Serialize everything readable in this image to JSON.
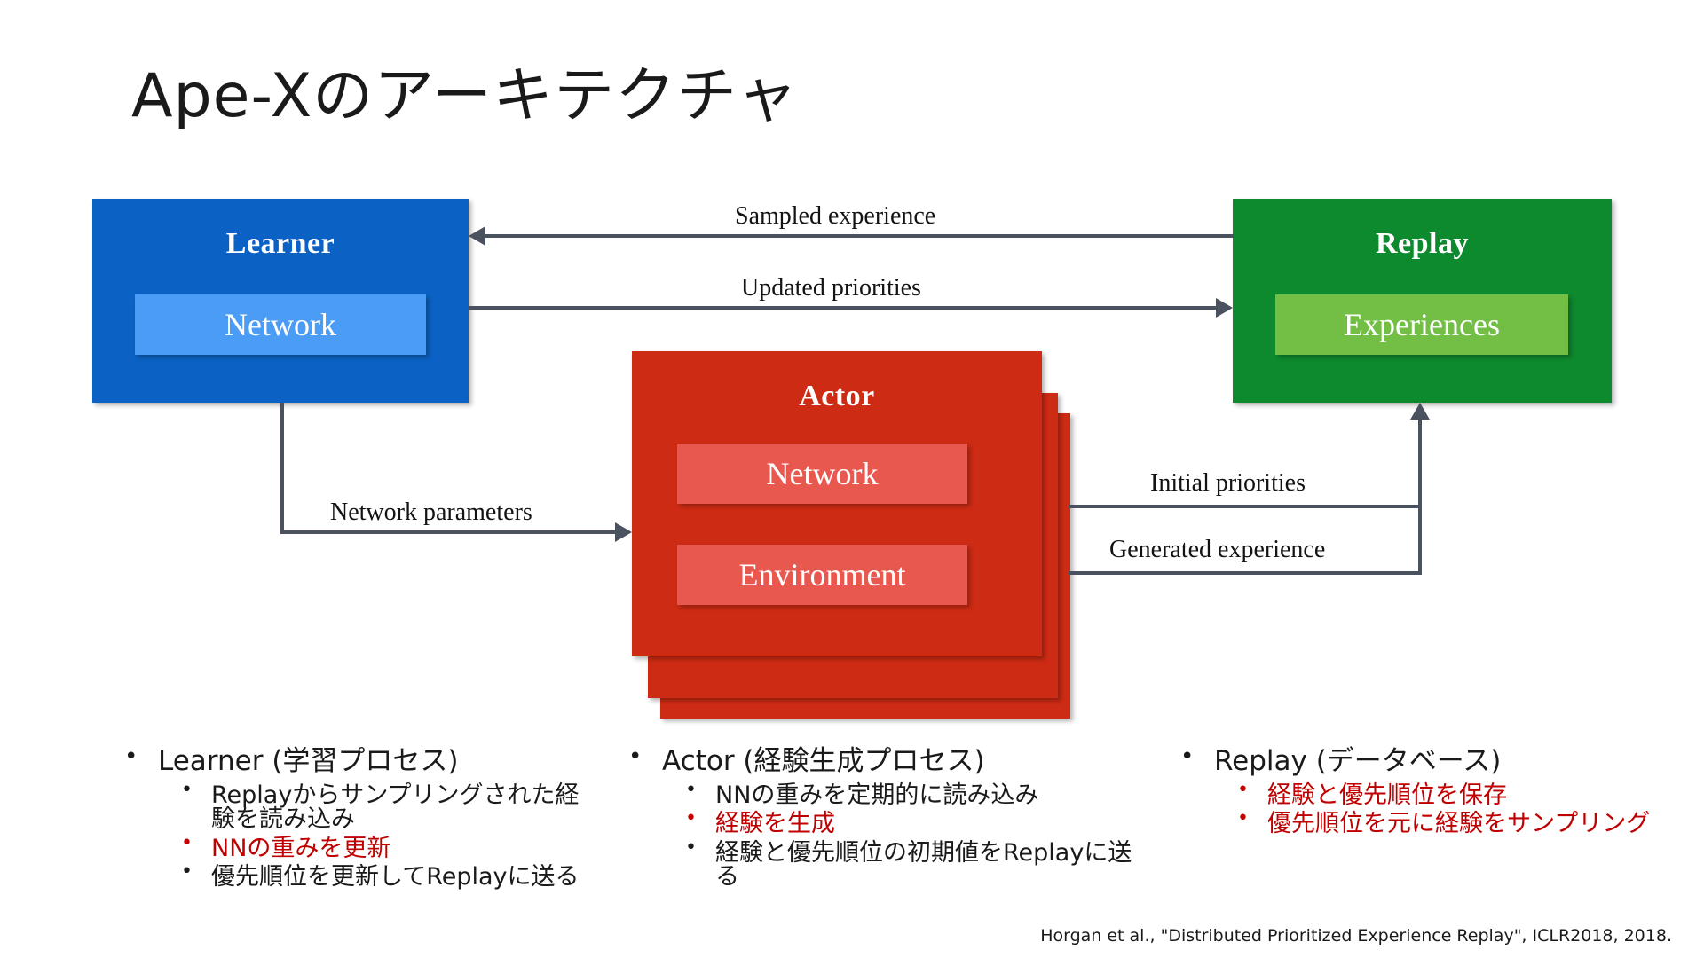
{
  "slide": {
    "title": "Ape-Xのアーキテクチャ",
    "citation": "Horgan et al., \"Distributed Prioritized Experience Replay\", ICLR2018, 2018."
  },
  "colors": {
    "learner": "#0B62C4",
    "learner_inner": "#4B9CF5",
    "replay": "#0E8A2E",
    "replay_inner": "#73BE44",
    "actor": "#CE2B14",
    "actor_inner": "#E8584E",
    "connector": "#4A5260",
    "accent_red": "#C00000",
    "text": "#1a1a1a"
  },
  "diagram": {
    "learner": {
      "title": "Learner",
      "inner": "Network"
    },
    "replay": {
      "title": "Replay",
      "inner": "Experiences"
    },
    "actor": {
      "title": "Actor",
      "inner_network": "Network",
      "inner_environment": "Environment",
      "stack_count": 3
    },
    "connectors": [
      {
        "id": "sampled-experience",
        "label": "Sampled experience",
        "from": "replay",
        "to": "learner"
      },
      {
        "id": "updated-priorities",
        "label": "Updated priorities",
        "from": "learner",
        "to": "replay"
      },
      {
        "id": "network-parameters",
        "label": "Network parameters",
        "from": "learner",
        "to": "actor"
      },
      {
        "id": "initial-priorities",
        "label": "Initial priorities",
        "from": "actor",
        "to": "replay"
      },
      {
        "id": "generated-experience",
        "label": "Generated experience",
        "from": "actor",
        "to": "replay"
      }
    ]
  },
  "bullets": {
    "learner": {
      "heading": "Learner (学習プロセス)",
      "items": [
        {
          "text": "Replayからサンプリングされた経験を読み込み",
          "red": false
        },
        {
          "text": "NNの重みを更新",
          "red": true
        },
        {
          "text": "優先順位を更新してReplayに送る",
          "red": false
        }
      ]
    },
    "actor": {
      "heading": "Actor (経験生成プロセス)",
      "items": [
        {
          "text": "NNの重みを定期的に読み込み",
          "red": false
        },
        {
          "text": "経験を生成",
          "red": true
        },
        {
          "text": "経験と優先順位の初期値をReplayに送る",
          "red": false
        }
      ]
    },
    "replay": {
      "heading": "Replay (データベース)",
      "items": [
        {
          "text": "経験と優先順位を保存",
          "red": true
        },
        {
          "text": "優先順位を元に経験をサンプリング",
          "red": true
        }
      ]
    }
  }
}
